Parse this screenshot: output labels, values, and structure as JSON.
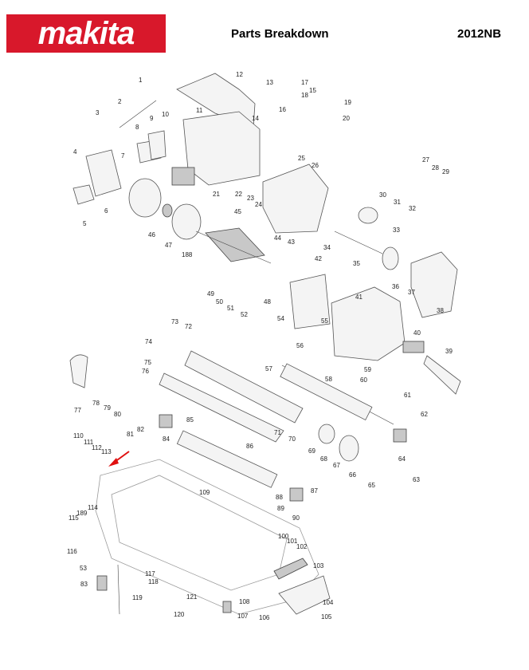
{
  "header": {
    "brand": "makita",
    "title": "Parts Breakdown",
    "model": "2012NB"
  },
  "colors": {
    "brand_red": "#d8182b",
    "callout_arrow": "#e01010"
  },
  "part_numbers": [
    "1",
    "2",
    "3",
    "4",
    "5",
    "6",
    "7",
    "8",
    "9",
    "10",
    "11",
    "12",
    "13",
    "14",
    "15",
    "16",
    "17",
    "18",
    "19",
    "20",
    "21",
    "22",
    "23",
    "24",
    "25",
    "26",
    "27",
    "28",
    "29",
    "30",
    "31",
    "32",
    "33",
    "34",
    "35",
    "36",
    "37",
    "38",
    "39",
    "40",
    "41",
    "42",
    "43",
    "44",
    "45",
    "46",
    "47",
    "48",
    "49",
    "50",
    "51",
    "52",
    "53",
    "54",
    "55",
    "56",
    "57",
    "58",
    "59",
    "60",
    "61",
    "62",
    "63",
    "64",
    "65",
    "66",
    "67",
    "68",
    "69",
    "70",
    "71",
    "72",
    "73",
    "74",
    "75",
    "76",
    "77",
    "78",
    "79",
    "80",
    "81",
    "82",
    "83",
    "84",
    "85",
    "86",
    "87",
    "88",
    "89",
    "90",
    "100",
    "101",
    "102",
    "103",
    "104",
    "105",
    "106",
    "107",
    "108",
    "109",
    "110",
    "111",
    "112",
    "113",
    "114",
    "115",
    "116",
    "117",
    "118",
    "119",
    "120",
    "121",
    "188",
    "189"
  ],
  "highlight": {
    "part": "113",
    "icon": "red-arrow-icon"
  }
}
